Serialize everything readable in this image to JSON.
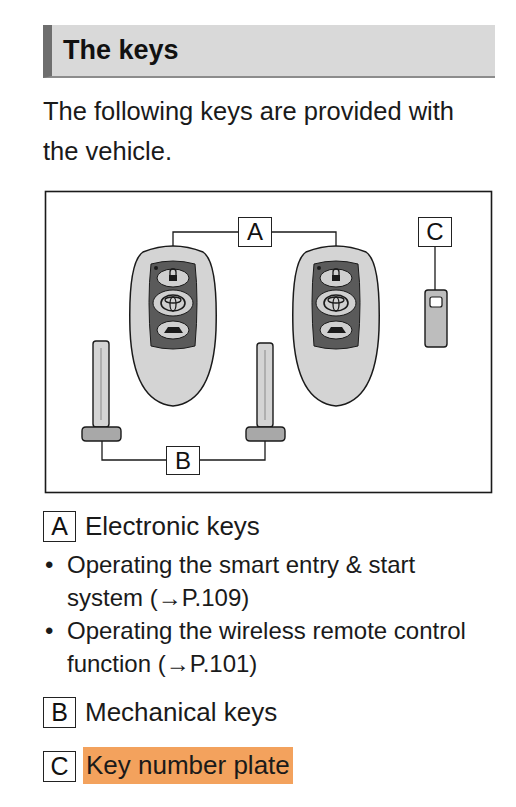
{
  "diagram": {
    "nodes": [
      {
        "text": [
          "The keys"
        ]
      },
      {
        "text": [
          "A"
        ]
      },
      {
        "text": [
          "C"
        ]
      },
      {
        "text": [
          "B"
        ]
      },
      {
        "text": [
          "A"
        ]
      },
      {
        "text": [
          "B"
        ]
      },
      {
        "text": [
          "C"
        ]
      },
      {
        "text": [
          "Key number plate"
        ]
      }
    ],
    "labels": [
      "The following keys are provided with the vehicle.",
      "Electronic keys",
      "•",
      "Operating the smart entry & start system (→P.109)",
      "•",
      "Operating the wireless remote control function (→P.101)",
      "Mechanical keys"
    ]
  }
}
